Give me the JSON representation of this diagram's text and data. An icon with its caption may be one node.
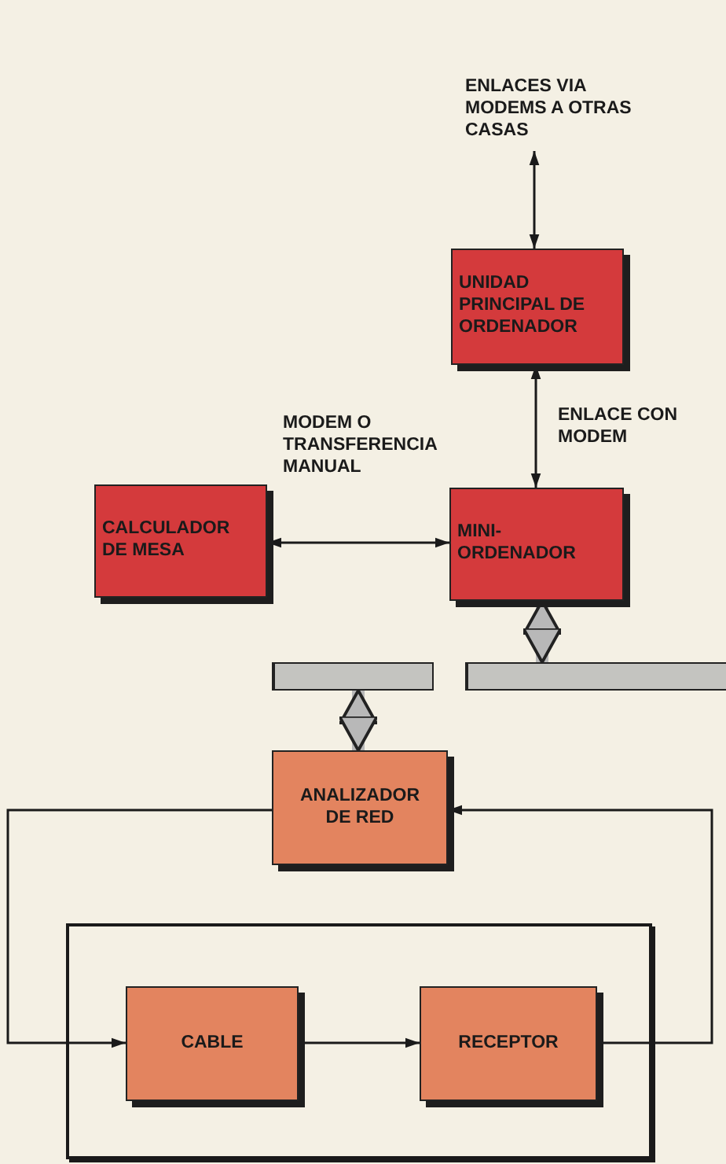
{
  "diagram": {
    "nodes": [
      {
        "text": [
          "ENLACES VIA MODEMS A OTRAS CASAS"
        ]
      },
      {
        "text": [
          "UNIDAD PRINCIPAL DE ORDENADOR"
        ]
      },
      {
        "text": [
          "CALCULADOR DE MESA"
        ]
      },
      {
        "text": [
          "MINI-ORDENADOR"
        ]
      },
      {
        "text": [],
        "shape": "bar"
      },
      {
        "text": [],
        "shape": "bar"
      },
      {
        "text": [
          "ANALIZADOR DE RED"
        ]
      },
      {
        "text": [],
        "shape": "box"
      },
      {
        "text": [
          "CABLE"
        ],
        "in": 7
      },
      {
        "text": [
          "RECEPTOR"
        ],
        "in": 7
      }
    ],
    "edges": [
      {
        "from": 0,
        "to": 1,
        "arrow": "both"
      },
      {
        "from": 1,
        "to": 3,
        "arrow": "both",
        "label": "ENLACE CON MODEM"
      },
      {
        "from": 2,
        "to": 3,
        "arrow": "both",
        "label": "MODEM O TRANSFERENCIA MANUAL"
      },
      {
        "from": 3,
        "to": 5,
        "arrow": "both",
        "style": "thick",
        "color": "#b8b8b8"
      },
      {
        "from": 4,
        "to": 6,
        "arrow": "both",
        "style": "thick",
        "color": "#b8b8b8"
      },
      {
        "from": 8,
        "to": 9,
        "arrow": "to"
      },
      {
        "from": 9,
        "to": 6,
        "arrow": "to"
      },
      {
        "from": 6,
        "to": 8,
        "arrow": "to"
      }
    ]
  }
}
